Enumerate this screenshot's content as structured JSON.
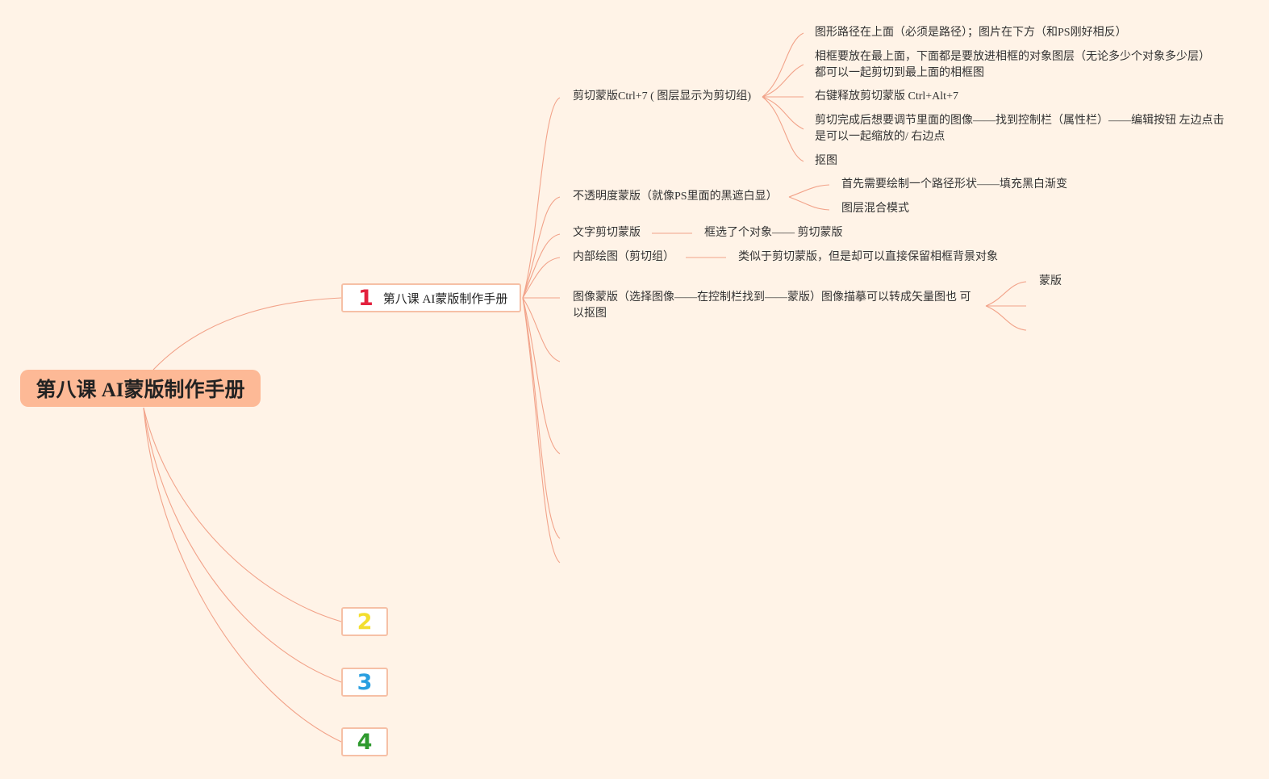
{
  "root": {
    "title": "第八课 AI蒙版制作手册"
  },
  "topics": [
    {
      "number": "1",
      "label": "第八课 AI蒙版制作手册",
      "color": "#E3213E"
    },
    {
      "number": "2",
      "color": "#F3DE2E"
    },
    {
      "number": "3",
      "color": "#2A9FE0"
    },
    {
      "number": "4",
      "color": "#2E9A2E"
    }
  ],
  "branches": {
    "clip": {
      "label": "剪切蒙版Ctrl+7 ( 图层显示为剪切组)",
      "children": [
        "图形路径在上面（必须是路径）；图片在下方（和PS刚好相反）",
        "相框要放在最上面，下面都是要放进相框的对象图层（无论多少个对象多少层）都可以一起剪切到最上面的相框图",
        "右键释放剪切蒙版 Ctrl+Alt+7",
        "剪切完成后想要调节里面的图像——找到控制栏（属性栏）——编辑按钮 左边点击是可以一起缩放的/ 右边点",
        "抠图"
      ]
    },
    "opacity": {
      "label": "不透明度蒙版（就像PS里面的黑遮白显）",
      "children": [
        "首先需要绘制一个路径形状——填充黑白渐变",
        "图层混合模式"
      ]
    },
    "text": {
      "label": "文字剪切蒙版",
      "child": "框选了个对象—— 剪切蒙版"
    },
    "inner": {
      "label": "内部绘图（剪切组）",
      "child": "类似于剪切蒙版，但是却可以直接保留相框背景对象"
    },
    "image": {
      "label": "图像蒙版（选择图像——在控制栏找到——蒙版）图像描摹可以转成矢量图也 可以抠图",
      "child": "蒙版"
    }
  },
  "colors": {
    "background": "#FFF3E7",
    "line": "#F2A38A",
    "root_fill": "#FDB996",
    "topic_border": "#F6C0A6"
  }
}
